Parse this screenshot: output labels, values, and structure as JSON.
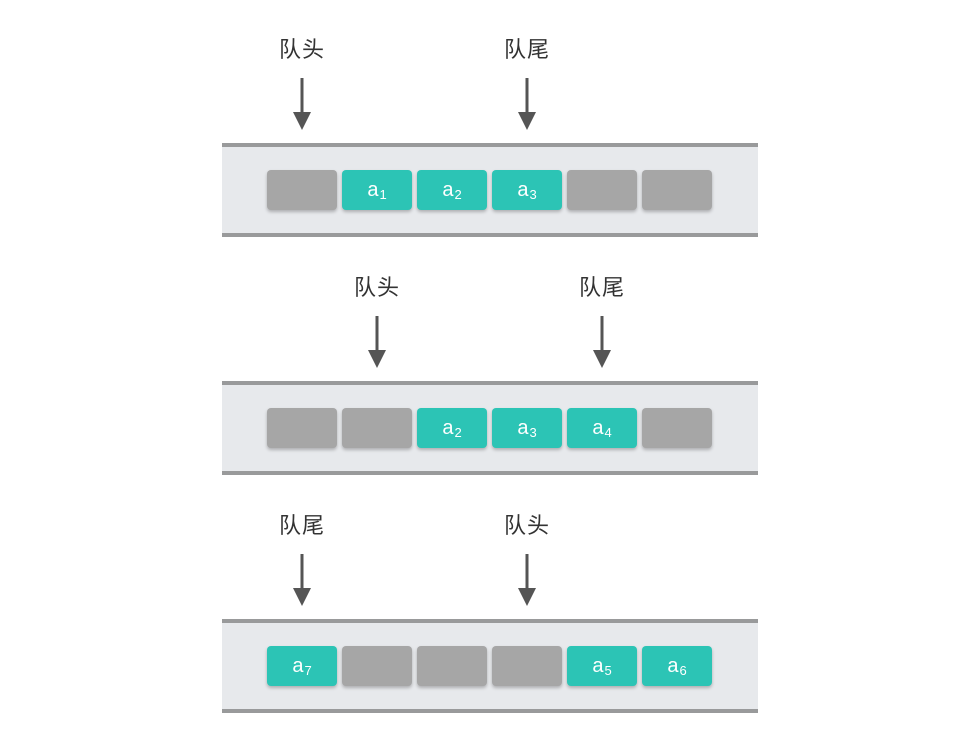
{
  "colors": {
    "filled": "#2cc4b5",
    "empty": "#a6a6a6",
    "track": "#e7e9ec",
    "rail": "#999a9b",
    "arrow": "#555555"
  },
  "diagrams": [
    {
      "pointers": [
        {
          "label": "队头",
          "slot": 0
        },
        {
          "label": "队尾",
          "slot": 3
        }
      ],
      "cells": [
        {
          "filled": false,
          "base": "",
          "sub": ""
        },
        {
          "filled": true,
          "base": "a",
          "sub": "1"
        },
        {
          "filled": true,
          "base": "a",
          "sub": "2"
        },
        {
          "filled": true,
          "base": "a",
          "sub": "3"
        },
        {
          "filled": false,
          "base": "",
          "sub": ""
        },
        {
          "filled": false,
          "base": "",
          "sub": ""
        }
      ]
    },
    {
      "pointers": [
        {
          "label": "队头",
          "slot": 1
        },
        {
          "label": "队尾",
          "slot": 4
        }
      ],
      "cells": [
        {
          "filled": false,
          "base": "",
          "sub": ""
        },
        {
          "filled": false,
          "base": "",
          "sub": ""
        },
        {
          "filled": true,
          "base": "a",
          "sub": "2"
        },
        {
          "filled": true,
          "base": "a",
          "sub": "3"
        },
        {
          "filled": true,
          "base": "a",
          "sub": "4"
        },
        {
          "filled": false,
          "base": "",
          "sub": ""
        }
      ]
    },
    {
      "pointers": [
        {
          "label": "队尾",
          "slot": 0
        },
        {
          "label": "队头",
          "slot": 3
        }
      ],
      "cells": [
        {
          "filled": true,
          "base": "a",
          "sub": "7"
        },
        {
          "filled": false,
          "base": "",
          "sub": ""
        },
        {
          "filled": false,
          "base": "",
          "sub": ""
        },
        {
          "filled": false,
          "base": "",
          "sub": ""
        },
        {
          "filled": true,
          "base": "a",
          "sub": "5"
        },
        {
          "filled": true,
          "base": "a",
          "sub": "6"
        }
      ]
    }
  ]
}
